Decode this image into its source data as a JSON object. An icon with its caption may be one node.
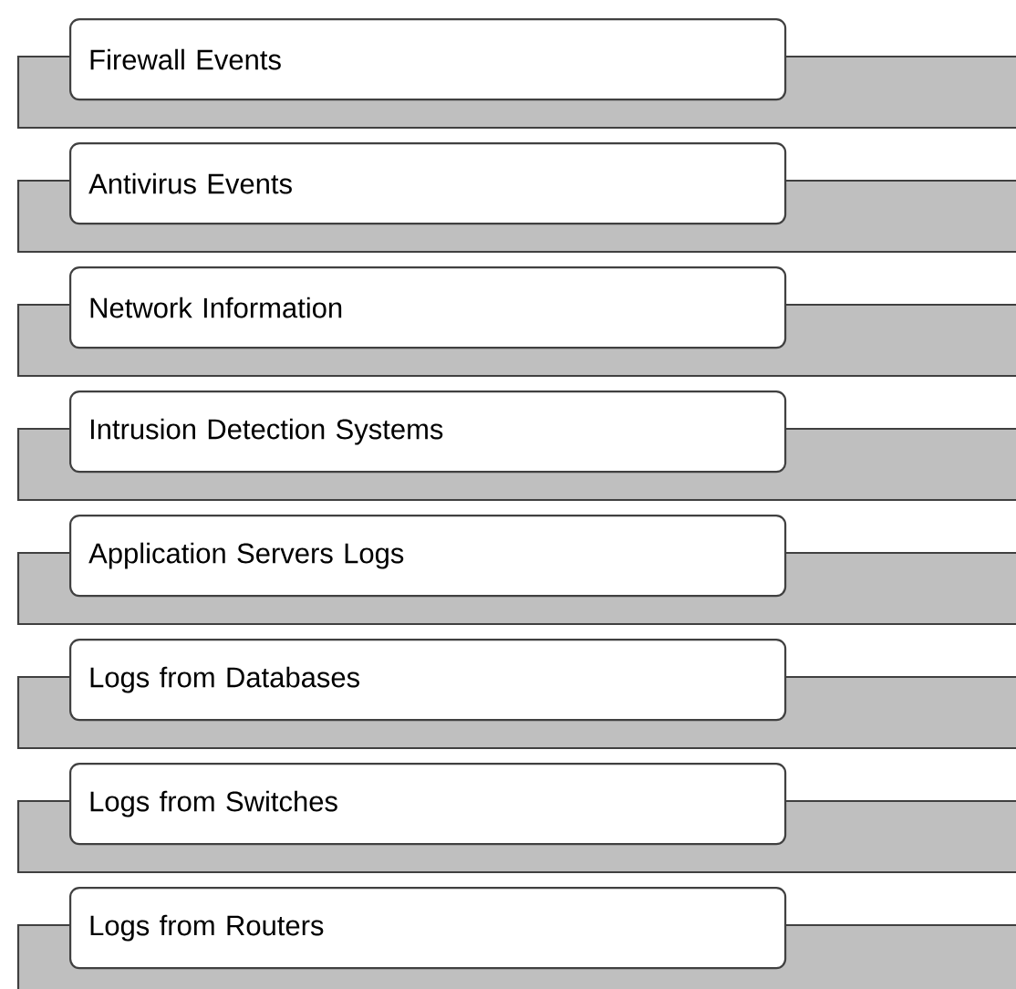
{
  "diagram": {
    "nodes": [
      {
        "text": [
          "Firewall Events"
        ]
      },
      {
        "text": [
          "Antivirus Events"
        ]
      },
      {
        "text": [
          "Network Information"
        ]
      },
      {
        "text": [
          "Intrusion Detection Systems"
        ]
      },
      {
        "text": [
          "Application Servers Logs"
        ]
      },
      {
        "text": [
          "Logs from Databases"
        ]
      },
      {
        "text": [
          "Logs from Switches"
        ]
      },
      {
        "text": [
          "Logs from Routers"
        ]
      }
    ]
  }
}
